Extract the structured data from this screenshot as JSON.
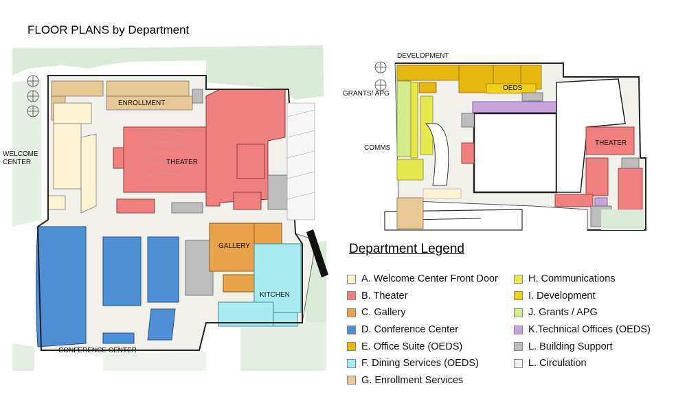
{
  "title": "FLOOR PLANS by Department",
  "plan_labels": {
    "welcome_center": "WELCOME\nCENTER",
    "conference_center": "CONFERENCE CENTER",
    "development": "DEVELOPMENT",
    "grants_apg": "GRANTS/ APG",
    "comms": "COMMS"
  },
  "room_labels": {
    "enrollment": "ENROLLMENT",
    "theater_left": "THEATER",
    "gallery": "GALLERY",
    "kitchen": "KITCHEN",
    "oeds": "OEDS",
    "theater_right": "THEATER"
  },
  "legend": {
    "title": "Department Legend",
    "items": [
      {
        "label": "A. Welcome Center Front Door",
        "color": "#fbf3d3"
      },
      {
        "label": "B. Theater",
        "color": "#f07f80"
      },
      {
        "label": "C. Gallery",
        "color": "#e8a24a"
      },
      {
        "label": "D. Conference Center",
        "color": "#4f8fd6"
      },
      {
        "label": "E. Office Suite (OEDS)",
        "color": "#e6b80f"
      },
      {
        "label": "F. Dining Services (OEDS)",
        "color": "#a8ebf0"
      },
      {
        "label": "G. Enrollment Services",
        "color": "#e8c895"
      },
      {
        "label": "H. Communications",
        "color": "#e6e84f"
      },
      {
        "label": "I. Development",
        "color": "#f2cf1a"
      },
      {
        "label": "J. Grants / APG",
        "color": "#d4ec8c"
      },
      {
        "label": "K.Technical Offices (OEDS)",
        "color": "#c9a4dc"
      },
      {
        "label": "L. Building Support",
        "color": "#bdbdbd"
      },
      {
        "label": "L. Circulation",
        "color": "#f0f0ec"
      }
    ]
  }
}
